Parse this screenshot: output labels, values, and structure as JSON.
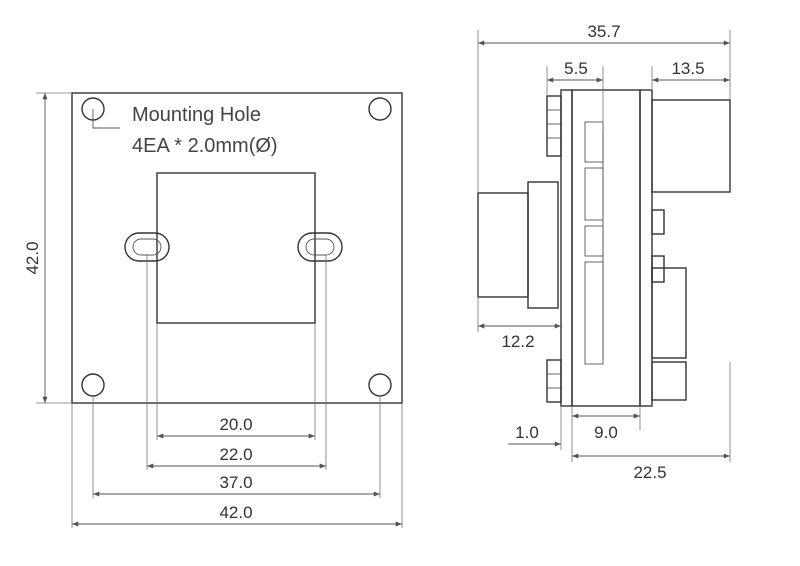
{
  "note": {
    "line1": "Mounting Hole",
    "line2": "4EA * 2.0mm(Ø)"
  },
  "front_view": {
    "height_label": "42.0",
    "bottom_dims": [
      "20.0",
      "22.0",
      "37.0",
      "42.0"
    ]
  },
  "side_view": {
    "top_total": "35.7",
    "top_left": "5.5",
    "top_right": "13.5",
    "lens_depth": "12.2",
    "bottom_small": "1.0",
    "bottom_board": "9.0",
    "bottom_total": "22.5"
  },
  "colors": {
    "line": "#333333",
    "text": "#333333"
  }
}
